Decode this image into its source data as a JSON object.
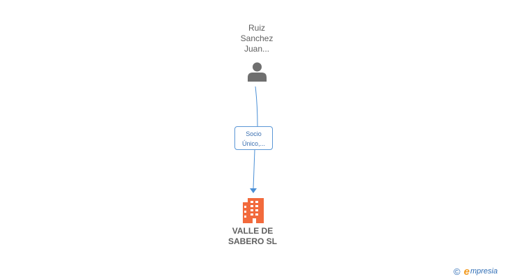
{
  "person": {
    "name_lines": [
      "Ruiz",
      "Sanchez",
      "Juan..."
    ],
    "icon": "person-icon"
  },
  "relation": {
    "label_lines": [
      "Socio",
      "Único,..."
    ]
  },
  "company": {
    "name_lines": [
      "VALLE DE",
      "SABERO SL"
    ],
    "icon": "building-icon"
  },
  "brand": {
    "copyright": "©",
    "initial": "e",
    "rest": "mpresia"
  },
  "colors": {
    "edge": "#4a8fd6",
    "company": "#f26a3c",
    "person": "#6f6f6f",
    "text": "#5f5f5f"
  }
}
